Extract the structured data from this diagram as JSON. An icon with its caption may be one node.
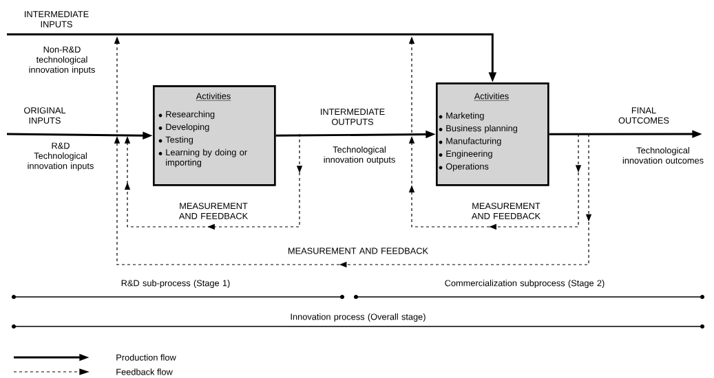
{
  "diagram": {
    "nodes": [
      {
        "text": [
          "Activities",
          "Researching",
          "Developing",
          "Testing",
          "Learning by doing or importing"
        ]
      },
      {
        "text": [
          "Activities",
          "Marketing",
          "Business planning",
          "Manufacturing",
          "Engineering",
          "Operations"
        ]
      }
    ],
    "edges": [
      {
        "from": null,
        "to": 1,
        "arrow": "to"
      },
      {
        "from": null,
        "to": 0,
        "arrow": "to"
      },
      {
        "from": 0,
        "to": 1,
        "arrow": "to"
      },
      {
        "from": 1,
        "to": null,
        "arrow": "to"
      }
    ],
    "labels": [
      "INTERMEDIATE INPUTS",
      "Non-R&D technological innovation inputs",
      "ORIGINAL INPUTS",
      "INTERMEDIATE OUTPUTS",
      "FINAL OUTCOMES",
      "R&D Technological innovation inputs",
      "Technological innovation outputs",
      "Technological innovation outcomes",
      "MEASUREMENT AND FEEDBACK",
      "MEASUREMENT AND FEEDBACK",
      "MEASUREMENT AND FEEDBACK",
      "R&D sub-process (Stage 1)",
      "Commercialization subprocess (Stage 2)",
      "Innovation process (Overall stage)"
    ],
    "legend": [
      {
        "text": "Production flow"
      },
      {
        "text": "Feedback flow"
      }
    ]
  }
}
